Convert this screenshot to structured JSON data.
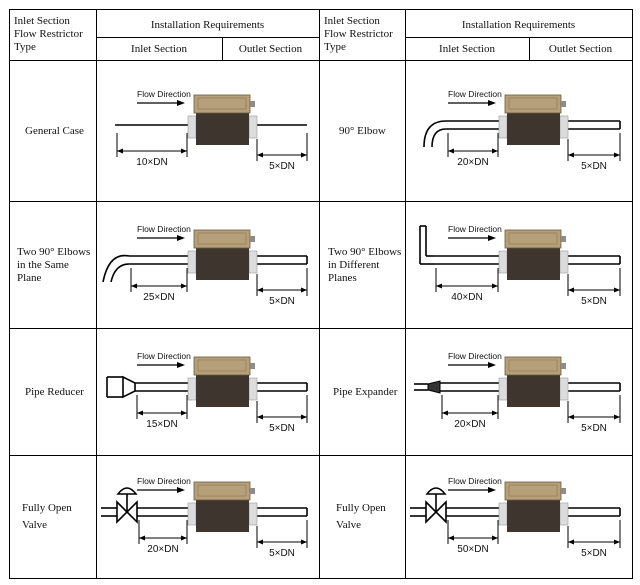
{
  "header": {
    "left_type_label": [
      "Inlet Section",
      "Flow Restrictor",
      "Type"
    ],
    "left_install": "Installation Requirements",
    "left_inlet": "Inlet Section",
    "left_outlet": "Outlet Section",
    "right_type_label": [
      "Inlet Section",
      "Flow Restrictor",
      "Type"
    ],
    "right_install": "Installation Requirements",
    "right_inlet": "Inlet Section",
    "right_outlet": "Outlet Section"
  },
  "rows": [
    {
      "left": {
        "label": [
          "General Case"
        ],
        "type": "straight",
        "inlet": "10×DN",
        "outlet": "5×DN",
        "flow": "Flow Direction"
      },
      "right": {
        "label": [
          "90° Elbow"
        ],
        "type": "elbow",
        "inlet": "20×DN",
        "outlet": "5×DN",
        "flow": "Flow Direction"
      }
    },
    {
      "left": {
        "label": [
          "Two 90° Elbows",
          "in the Same",
          "Plane"
        ],
        "type": "two-elbow-same",
        "inlet": "25×DN",
        "outlet": "5×DN",
        "flow": "Flow Direction"
      },
      "right": {
        "label": [
          "Two  90° Elbows",
          "in Different",
          "Planes"
        ],
        "type": "two-elbow-diff",
        "inlet": "40×DN",
        "outlet": "5×DN",
        "flow": "Flow Direction"
      }
    },
    {
      "left": {
        "label": [
          "Pipe Reducer"
        ],
        "type": "reducer",
        "inlet": "15×DN",
        "outlet": "5×DN",
        "flow": "Flow Direction"
      },
      "right": {
        "label": [
          "Pipe Expander"
        ],
        "type": "expander",
        "inlet": "20×DN",
        "outlet": "5×DN",
        "flow": "Flow Direction"
      }
    },
    {
      "left": {
        "label": [
          "Fully Open",
          "Valve"
        ],
        "type": "valve",
        "inlet": "20×DN",
        "outlet": "5×DN",
        "flow": "Flow Direction"
      },
      "right": {
        "label": [
          "Fully Open",
          "Valve"
        ],
        "type": "valve",
        "inlet": "50×DN",
        "outlet": "5×DN",
        "flow": "Flow Direction"
      }
    }
  ],
  "colors": {
    "meter_body": "#3d352e",
    "meter_head": "#b5a07a",
    "flange": "#dcdcdc"
  }
}
